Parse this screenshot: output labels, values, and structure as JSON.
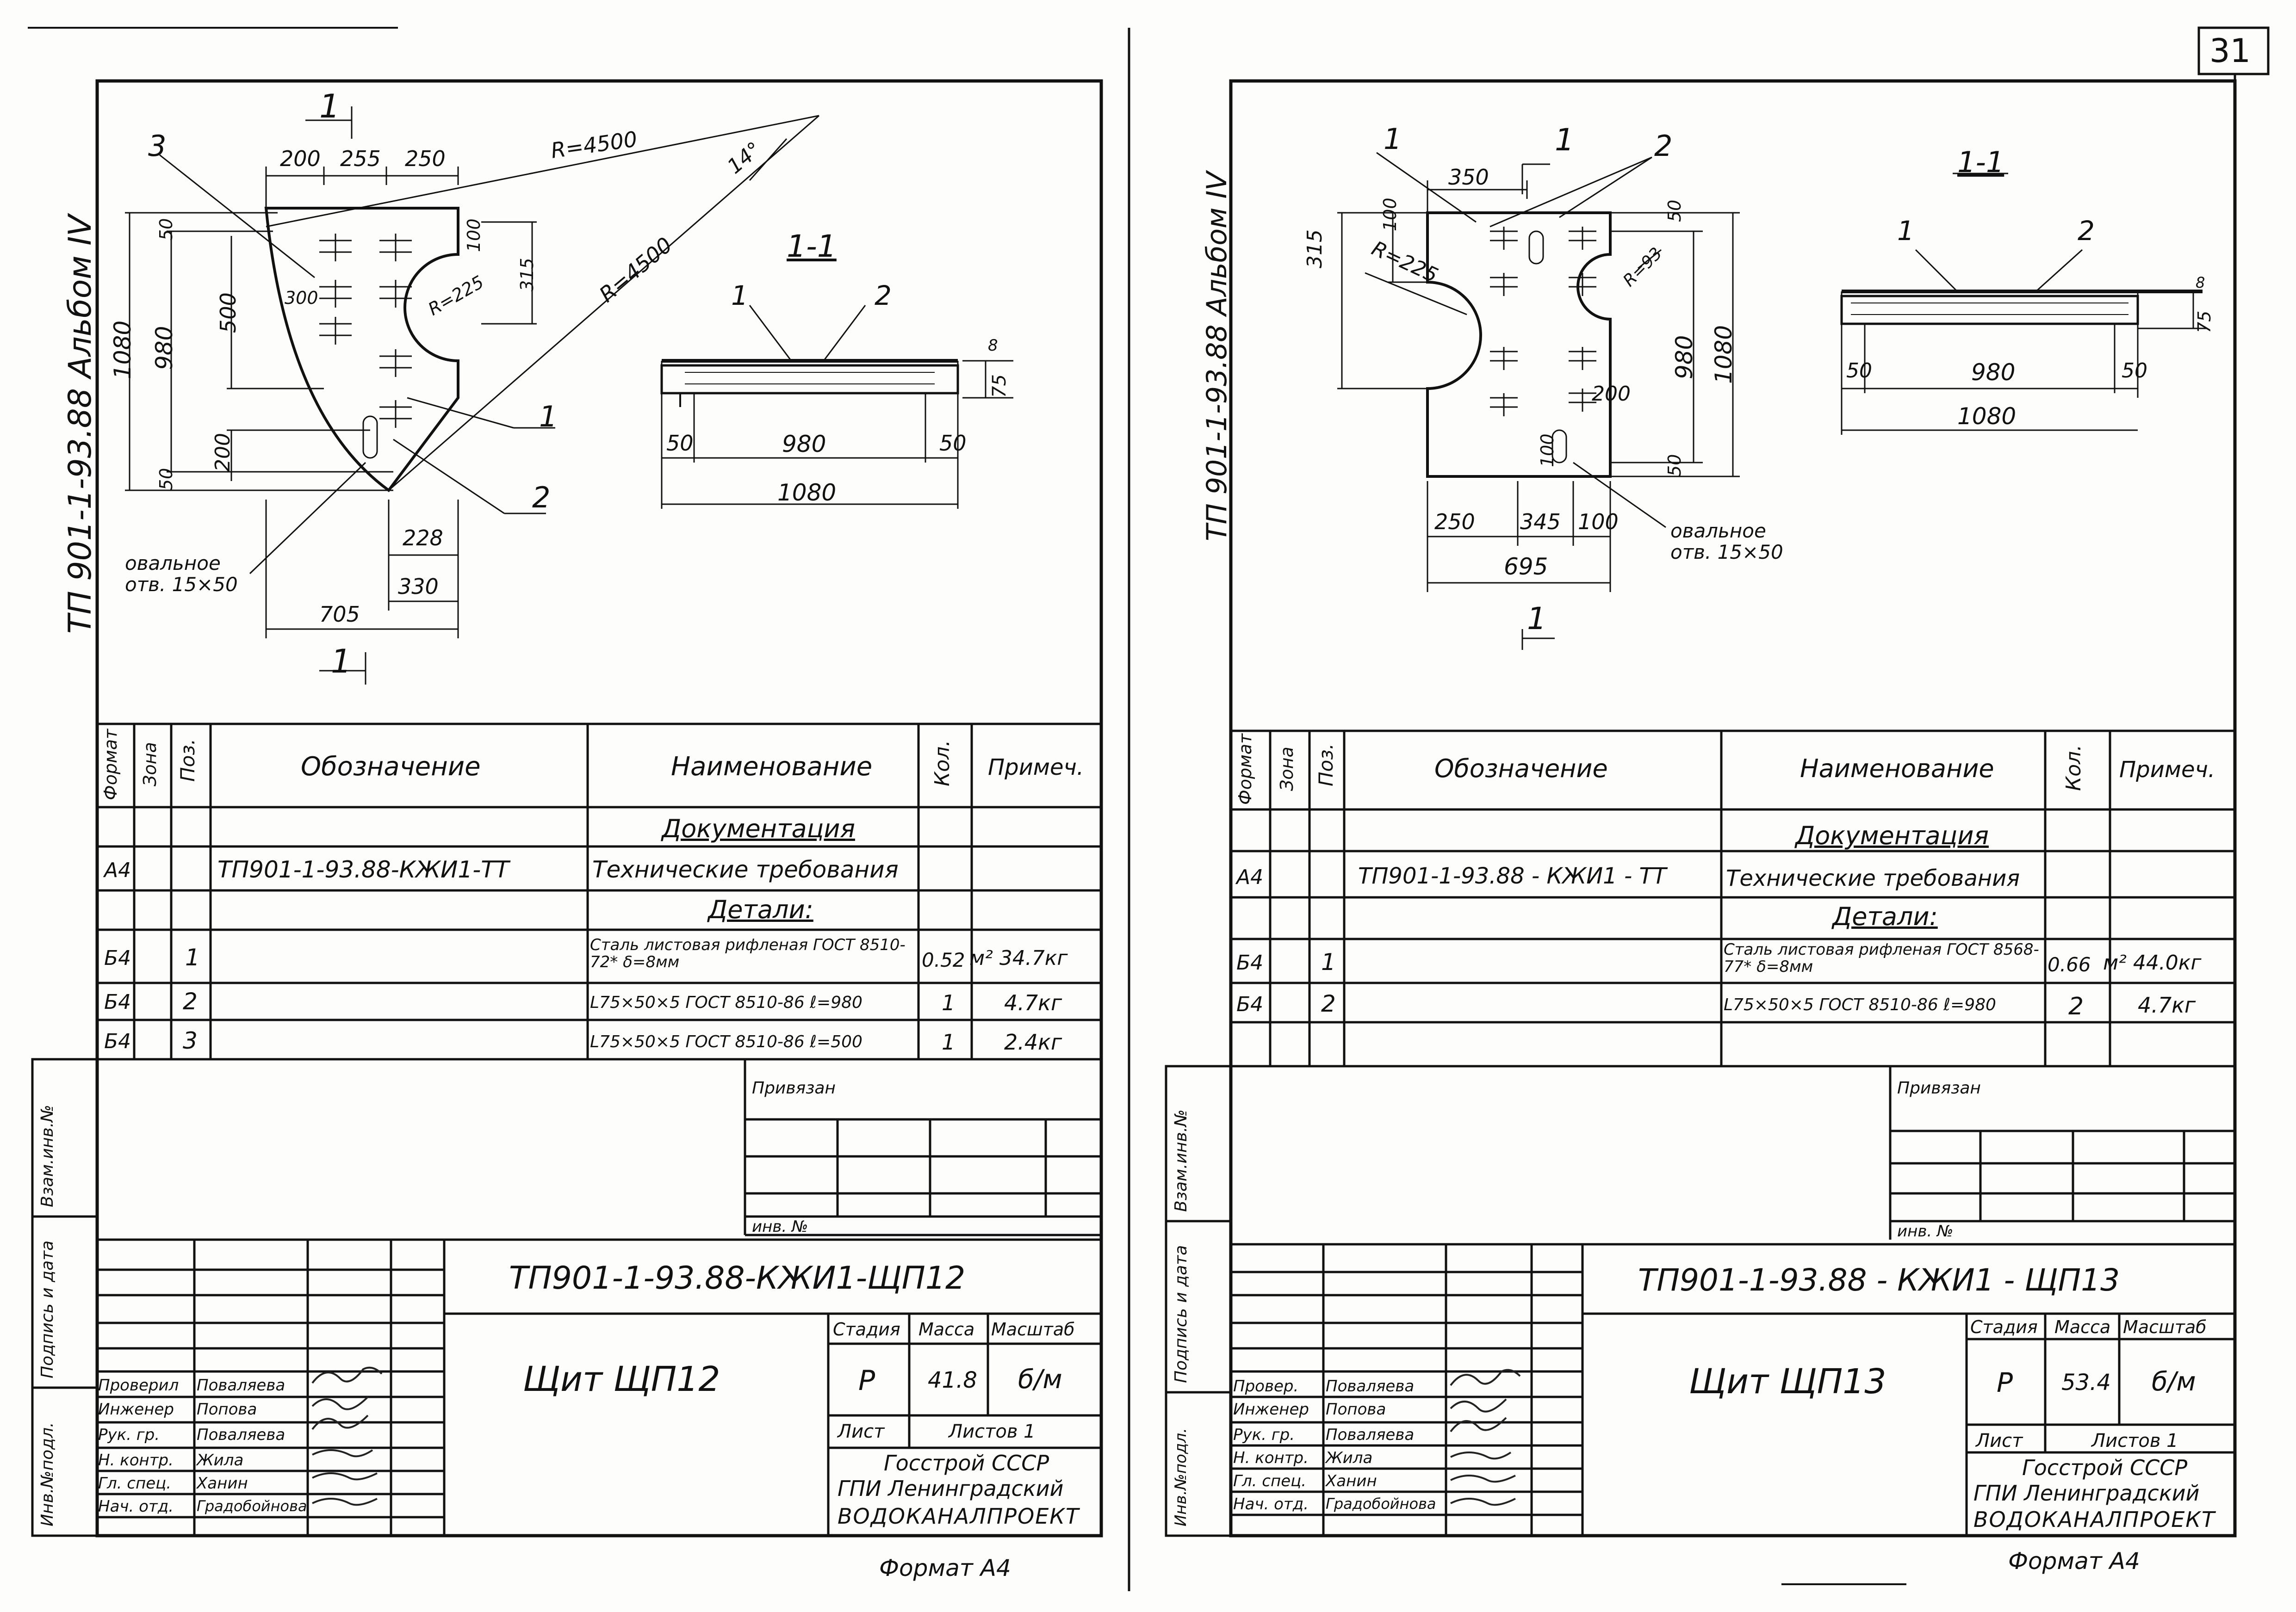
{
  "page_number": "31",
  "sheets": [
    {
      "side": "left",
      "album": "ТП 901-1-93.88   Альбом IV",
      "drawing": {
        "section_marks": [
          "1",
          "1"
        ],
        "radii": [
          "R=4500",
          "R=4500"
        ],
        "angle": "14°",
        "cutout_radius": "R=225",
        "dims": [
          "200",
          "255",
          "250",
          "50",
          "100",
          "500",
          "315",
          "1080",
          "980",
          "200",
          "50",
          "300",
          "228",
          "330",
          "705"
        ],
        "callouts": [
          "3",
          "1",
          "2"
        ],
        "oval_hole": "овальное отв. 15×50",
        "section_title": "1-1",
        "section_callouts": [
          "1",
          "2"
        ],
        "section_dims": [
          "50",
          "980",
          "50",
          "1080",
          "75",
          "8"
        ]
      },
      "spec": {
        "headers": [
          "Формат",
          "Зона",
          "Поз.",
          "Обозначение",
          "Наименование",
          "Кол.",
          "Примеч."
        ],
        "group_doc": "Документация",
        "group_parts": "Детали:",
        "rows": [
          {
            "format": "А4",
            "pos": "",
            "code": "ТП901-1-93.88-КЖИ1-ТТ",
            "name": "Технические требования",
            "qty": "",
            "note": ""
          },
          {
            "format": "Б4",
            "pos": "1",
            "code": "",
            "name": "Сталь листовая рифленая ГОСТ 8510-72* δ=8мм",
            "qty": "0.52",
            "note": "м² 34.7кг"
          },
          {
            "format": "Б4",
            "pos": "2",
            "code": "",
            "name": "L75×50×5 ГОСТ 8510-86 ℓ=980",
            "qty": "1",
            "note": "4.7кг"
          },
          {
            "format": "Б4",
            "pos": "3",
            "code": "",
            "name": "L75×50×5 ГОСТ 8510-86 ℓ=500",
            "qty": "1",
            "note": "2.4кг"
          }
        ]
      },
      "side_labels": [
        "Взам.инв.№",
        "Подпись и дата",
        "Инв.№подл."
      ],
      "bound": {
        "label": "Привязан",
        "inv": "инв. №"
      },
      "title_block": {
        "doc_code": "ТП901-1-93.88-КЖИ1-ЩП12",
        "title": "Щит ЩП12",
        "stage_label": "Стадия",
        "mass_label": "Масса",
        "scale_label": "Масштаб",
        "stage": "Р",
        "mass": "41.8",
        "scale": "б/м",
        "sheet_label": "Лист",
        "sheets_label": "Листов 1",
        "org_1": "Госстрой СССР",
        "org_2": "ГПИ Ленинградский",
        "org_3": "ВОДОКАНАЛПРОЕКТ",
        "roles": [
          "Проверил",
          "Инженер",
          "Рук. гр.",
          "Н. контр.",
          "Гл. спец.",
          "Нач. отд."
        ],
        "names": [
          "Поваляева",
          "Попова",
          "Поваляева",
          "Жила",
          "Ханин",
          "Градобойнова"
        ]
      },
      "format_label": "Формат А4"
    },
    {
      "side": "right",
      "album": "ТП 901-1-93.88   Альбом IV",
      "drawing": {
        "section_marks": [
          "1",
          "1"
        ],
        "cutout_radius": "R=225",
        "small_radius": "R=93",
        "dims": [
          "350",
          "100",
          "315",
          "50",
          "980",
          "1080",
          "200",
          "100",
          "50",
          "250",
          "345",
          "100",
          "695"
        ],
        "callouts": [
          "1",
          "2"
        ],
        "oval_hole": "овальное отв. 15×50",
        "section_title": "1-1",
        "section_callouts": [
          "1",
          "2"
        ],
        "section_dims": [
          "50",
          "980",
          "50",
          "1080",
          "75",
          "8"
        ]
      },
      "spec": {
        "headers": [
          "Формат",
          "Зона",
          "Поз.",
          "Обозначение",
          "Наименование",
          "Кол.",
          "Примеч."
        ],
        "group_doc": "Документация",
        "group_parts": "Детали:",
        "rows": [
          {
            "format": "А4",
            "pos": "",
            "code": "ТП901-1-93.88 - КЖИ1 - ТТ",
            "name": "Технические требования",
            "qty": "",
            "note": ""
          },
          {
            "format": "Б4",
            "pos": "1",
            "code": "",
            "name": "Сталь листовая рифленая ГОСТ 8568-77* δ=8мм",
            "qty": "0.66",
            "note": "м² 44.0кг"
          },
          {
            "format": "Б4",
            "pos": "2",
            "code": "",
            "name": "L75×50×5 ГОСТ 8510-86 ℓ=980",
            "qty": "2",
            "note": "4.7кг"
          }
        ]
      },
      "side_labels": [
        "Взам.инв.№",
        "Подпись и дата",
        "Инв.№подл."
      ],
      "bound": {
        "label": "Привязан",
        "inv": "инв. №"
      },
      "title_block": {
        "doc_code": "ТП901-1-93.88 - КЖИ1 - ЩП13",
        "title": "Щит ЩП13",
        "stage_label": "Стадия",
        "mass_label": "Масса",
        "scale_label": "Масштаб",
        "stage": "Р",
        "mass": "53.4",
        "scale": "б/м",
        "sheet_label": "Лист",
        "sheets_label": "Листов 1",
        "org_1": "Госстрой СССР",
        "org_2": "ГПИ Ленинградский",
        "org_3": "ВОДОКАНАЛПРОЕКТ",
        "roles": [
          "Провер.",
          "Инженер",
          "Рук. гр.",
          "Н. контр.",
          "Гл. спец.",
          "Нач. отд."
        ],
        "names": [
          "Поваляева",
          "Попова",
          "Поваляева",
          "Жила",
          "Ханин",
          "Градобойнова"
        ]
      },
      "format_label": "Формат А4"
    }
  ]
}
